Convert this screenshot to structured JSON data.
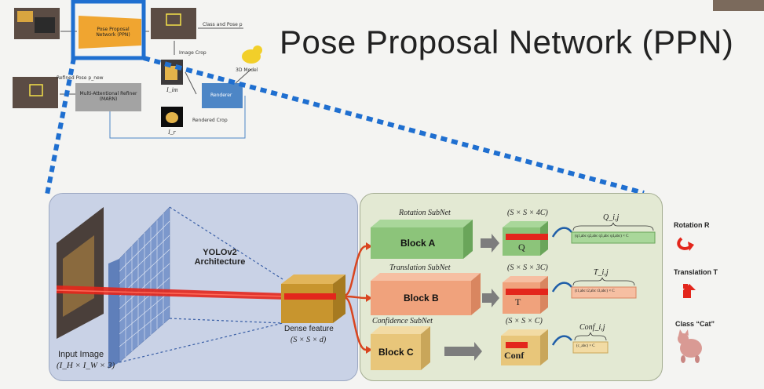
{
  "slide": {
    "title": "Pose Proposal Network (PPN)"
  },
  "overview": {
    "ppn_box": "Pose Proposal\nNetwork (PPN)",
    "class_and_pose": "Class and Pose p",
    "image_crop": "Image Crop",
    "model_3d": "3D Model",
    "refined_pose": "Refined Pose p_new",
    "marn_box": "Multi-Attentional Refiner\n(MARN)",
    "renderer": "Renderer",
    "rendered_crop": "Rendered Crop",
    "i_im": "I_im",
    "i_r": "I_r"
  },
  "detail": {
    "yolo": "YOLOv2\nArchitecture",
    "input_image": "Input Image",
    "input_dims": "(I_H × I_W × 3)",
    "dense_feature": "Dense feature",
    "dense_dims": "(S × S × d)",
    "subnets": [
      {
        "name": "Rotation SubNet",
        "block": "Block A",
        "dims": "(S × S × 4C)",
        "out": "Q",
        "formula": "Q_i,j",
        "vec": "(q1,abc q2,abc q3,abc q4,abc) × C",
        "color": "#8cc47a",
        "top": "#a9d79a",
        "side": "#6aa55a"
      },
      {
        "name": "Translation SubNet",
        "block": "Block B",
        "dims": "(S × S × 3C)",
        "out": "T",
        "formula": "T_i,j",
        "vec": "(t1,abc t2,abc t3,abc) × C",
        "color": "#f0a27c",
        "top": "#f6bfa2",
        "side": "#d98660"
      },
      {
        "name": "Confidence SubNet",
        "block": "Block C",
        "dims": "(S × S × C)",
        "out": "Conf",
        "formula": "Conf_i,j",
        "vec": "(c_abc) × C",
        "color": "#e8c67a",
        "top": "#f2dba4",
        "side": "#c9a65a"
      }
    ],
    "outputs": [
      {
        "label": "Rotation R"
      },
      {
        "label": "Translation T"
      },
      {
        "label": "Class “Cat”"
      }
    ]
  },
  "colors": {
    "accent_blue": "#1f6fd0",
    "left_panel": "#cfd6e6",
    "right_panel": "#e6ebd8",
    "red": "#e3261c",
    "arrow_red": "#d9451f"
  }
}
